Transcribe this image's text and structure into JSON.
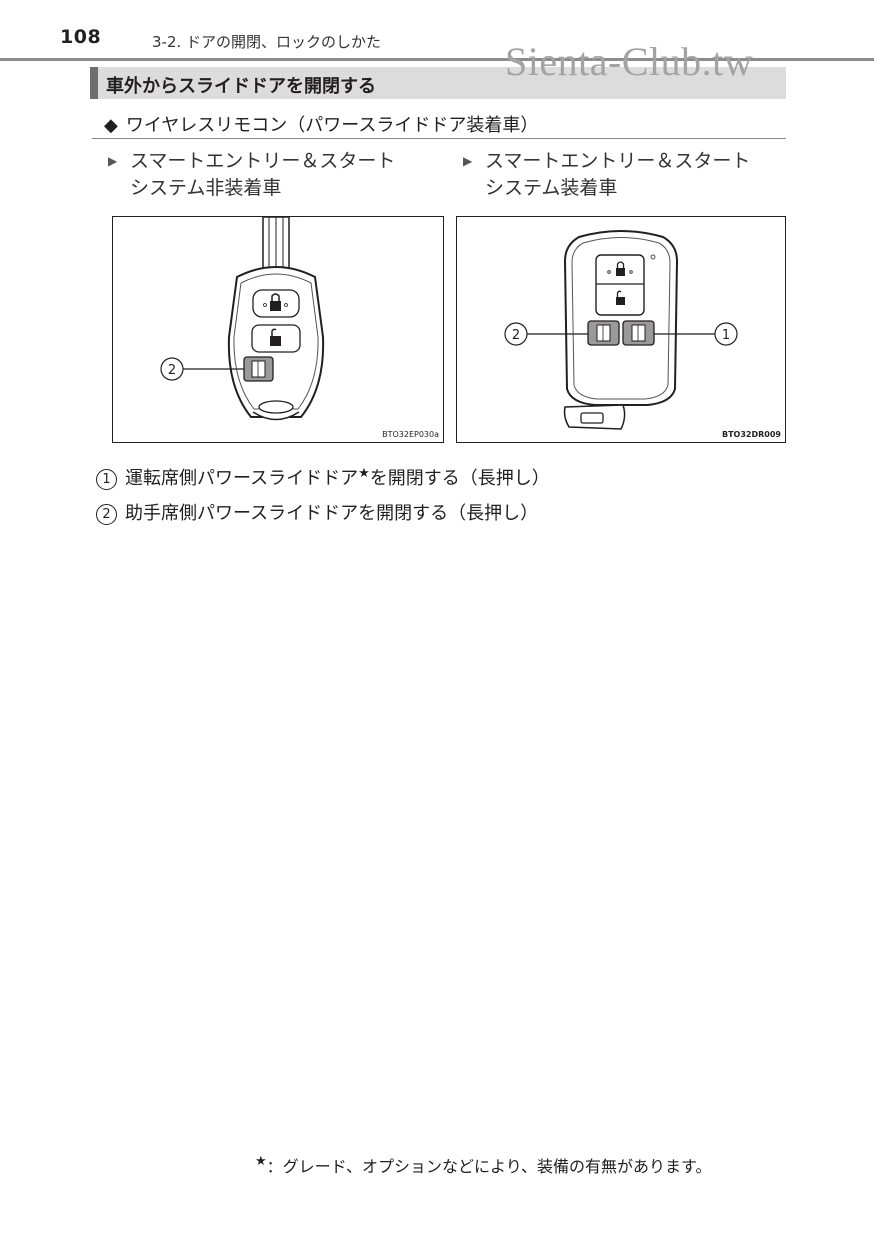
{
  "header": {
    "page_number": "108",
    "breadcrumb": "3-2. ドアの開閉、ロックのしかた",
    "watermark": "Sienta-Club.tw"
  },
  "section": {
    "title": "車外からスライドドアを開閉する",
    "subheading_marker": "◆",
    "subheading": "ワイヤレスリモコン（パワースライドドア装着車）"
  },
  "columns": {
    "left": {
      "marker": "▶",
      "line1": "スマートエントリー＆スタート",
      "line2": "システム非装着車"
    },
    "right": {
      "marker": "▶",
      "line1": "スマートエントリー＆スタート",
      "line2": "システム装着車"
    }
  },
  "figures": {
    "left": {
      "code": "BTO32EP030a",
      "callout": "2"
    },
    "right": {
      "code": "BTO32DR009",
      "callout_left": "2",
      "callout_right": "1"
    }
  },
  "legend": [
    {
      "num": "1",
      "text_before": "運転席側パワースライドドア",
      "star": "★",
      "text_after": "を開閉する（長押し）"
    },
    {
      "num": "2",
      "text": "助手席側パワースライドドアを開閉する（長押し）"
    }
  ],
  "footnote": {
    "star": "★",
    "text": "：グレード、オプションなどにより、装備の有無があります。"
  }
}
